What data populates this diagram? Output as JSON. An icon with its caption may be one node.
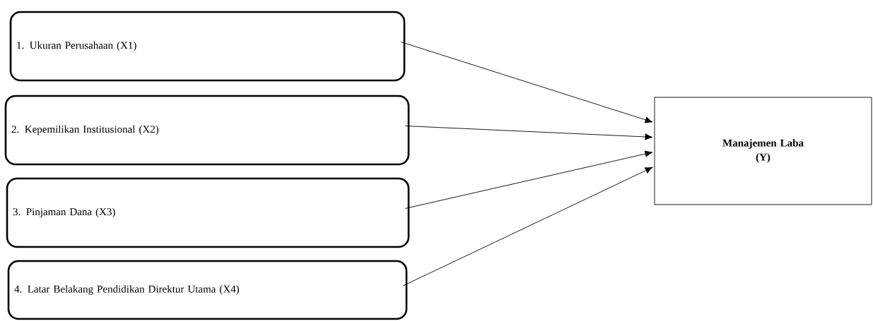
{
  "diagram": {
    "nodes": [
      {
        "text": [
          "1. Ukuran Perusahaan (X1)"
        ]
      },
      {
        "text": [
          "2. Kepemilikan Institusional (X2)"
        ]
      },
      {
        "text": [
          "3. Pinjaman Dana (X3)"
        ]
      },
      {
        "text": [
          "4. Latar Belakang Pendidikan Direktur Utama (X4)"
        ]
      },
      {
        "text": [
          "Manajemen Laba (Y)"
        ]
      }
    ],
    "edges": [
      {
        "from": 0,
        "to": 4,
        "arrow": "to"
      },
      {
        "from": 1,
        "to": 4,
        "arrow": "to"
      },
      {
        "from": 2,
        "to": 4,
        "arrow": "to"
      },
      {
        "from": 3,
        "to": 4,
        "arrow": "to"
      }
    ]
  }
}
